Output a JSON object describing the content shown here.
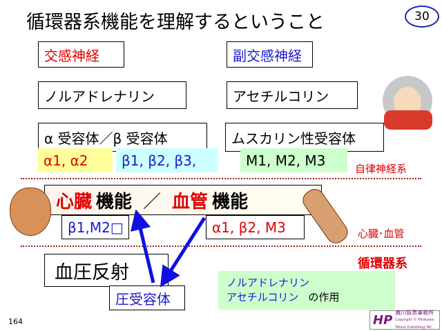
{
  "title": "循環器系機能を理解するということ",
  "slide_number": "30",
  "page_number": "164",
  "sympathetic": "交感神経",
  "parasympathetic": "副交感神経",
  "noradrenaline": "ノルアドレナリン",
  "acetylcholine": "アセチルコリン",
  "alpha_beta_receptor": "α 受容体／β 受容体",
  "muscarinic_receptor": "ムスカリン性受容体",
  "alpha_subtypes": "α1, α2",
  "beta_subtypes": "β1, β2, β3,",
  "m_subtypes": "M1, M2, M3",
  "autonomic_label": "自律神経系",
  "heart": "心臓",
  "function1": "機能",
  "slash": "／",
  "vessel": "血管",
  "function2": "機能",
  "heart_receptors": "β1,M2□",
  "vessel_receptors": "α1, β2, M3",
  "heart_vessel_label": "心臓･血管",
  "circulatory_label": "循環器系",
  "baroreflex": "血圧反射",
  "baroreceptor": "圧受容体",
  "action_line1": "ノルアドレナリン",
  "action_line2": "アセチルコリン",
  "action_suffix": "の作用",
  "logo": {
    "name": "廣川鉄男事務所",
    "copyright": "Copyright © Hirokawa Tetsuo Publishing INC",
    "mark": "HP"
  },
  "colors": {
    "red": "#e00000",
    "blue": "#1a1ad0",
    "yellow": "#ffff99",
    "cyan": "#ccffff",
    "green": "#ccffcc"
  }
}
